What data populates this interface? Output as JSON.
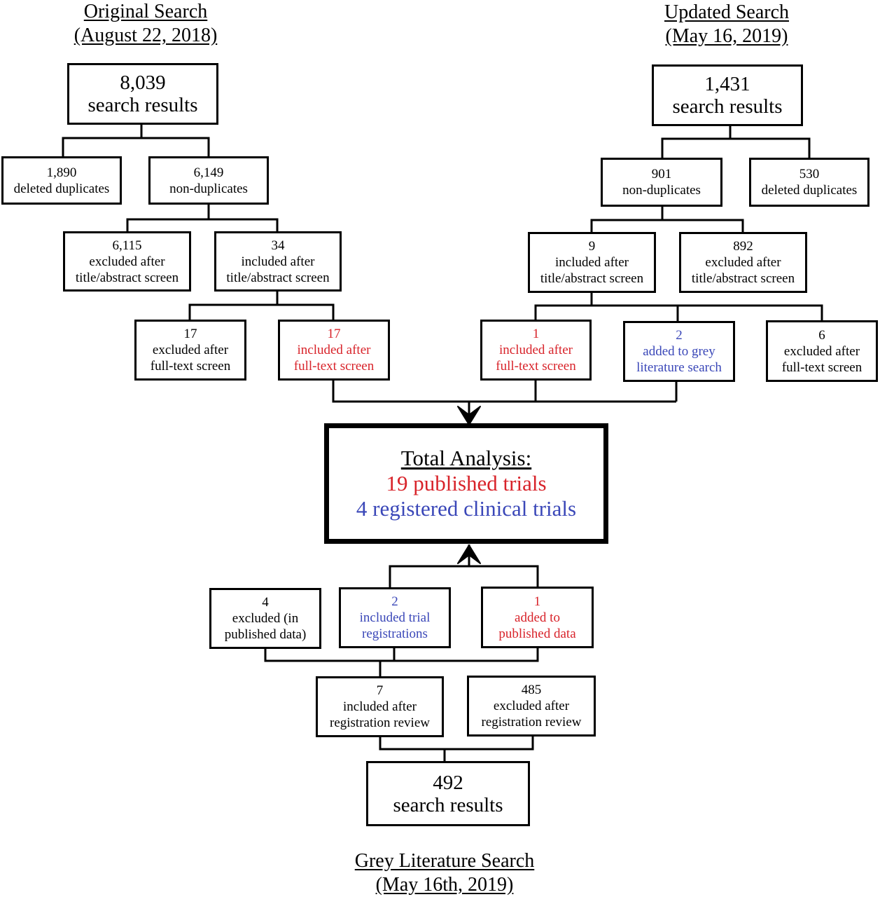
{
  "original_header": {
    "line1": "Original Search",
    "line2": "(August 22, 2018)"
  },
  "updated_header": {
    "line1": "Updated Search",
    "line2": "(May 16, 2019)"
  },
  "grey_header": {
    "line1": "Grey Literature Search",
    "line2": "(May 16th, 2019)"
  },
  "original": {
    "search_results": {
      "count": "8,039",
      "label": "search results"
    },
    "deleted_duplicates": {
      "count": "1,890",
      "label": "deleted duplicates"
    },
    "non_duplicates": {
      "count": "6,149",
      "label": "non-duplicates"
    },
    "excluded_title_abstract": {
      "count": "6,115",
      "label1": "excluded after",
      "label2": "title/abstract screen"
    },
    "included_title_abstract": {
      "count": "34",
      "label1": "included after",
      "label2": "title/abstract screen"
    },
    "excluded_full_text": {
      "count": "17",
      "label1": "excluded after",
      "label2": "full-text screen"
    },
    "included_full_text": {
      "count": "17",
      "label1": "included after",
      "label2": "full-text screen"
    }
  },
  "updated": {
    "search_results": {
      "count": "1,431",
      "label": "search results"
    },
    "non_duplicates": {
      "count": "901",
      "label": "non-duplicates"
    },
    "deleted_duplicates": {
      "count": "530",
      "label": "deleted duplicates"
    },
    "included_title_abstract": {
      "count": "9",
      "label1": "included after",
      "label2": "title/abstract screen"
    },
    "excluded_title_abstract": {
      "count": "892",
      "label1": "excluded after",
      "label2": "title/abstract screen"
    },
    "included_full_text": {
      "count": "1",
      "label1": "included after",
      "label2": "full-text screen"
    },
    "added_grey": {
      "count": "2",
      "label1": "added to grey",
      "label2": "literature search"
    },
    "excluded_full_text": {
      "count": "6",
      "label1": "excluded after",
      "label2": "full-text screen"
    }
  },
  "total": {
    "title": "Total Analysis:",
    "published": "19 published trials",
    "registered": "4 registered clinical trials"
  },
  "grey": {
    "excluded_published": {
      "count": "4",
      "label1": "excluded (in",
      "label2": "published data)"
    },
    "included_registrations": {
      "count": "2",
      "label1": "included trial",
      "label2": "registrations"
    },
    "added_published": {
      "count": "1",
      "label1": "added to",
      "label2": "published data"
    },
    "included_review": {
      "count": "7",
      "label1": "included after",
      "label2": "registration review"
    },
    "excluded_review": {
      "count": "485",
      "label1": "excluded after",
      "label2": "registration review"
    },
    "search_results": {
      "count": "492",
      "label": "search results"
    }
  },
  "colors": {
    "published": "#d8232a",
    "registered": "#3a47b8",
    "line": "#000000"
  }
}
